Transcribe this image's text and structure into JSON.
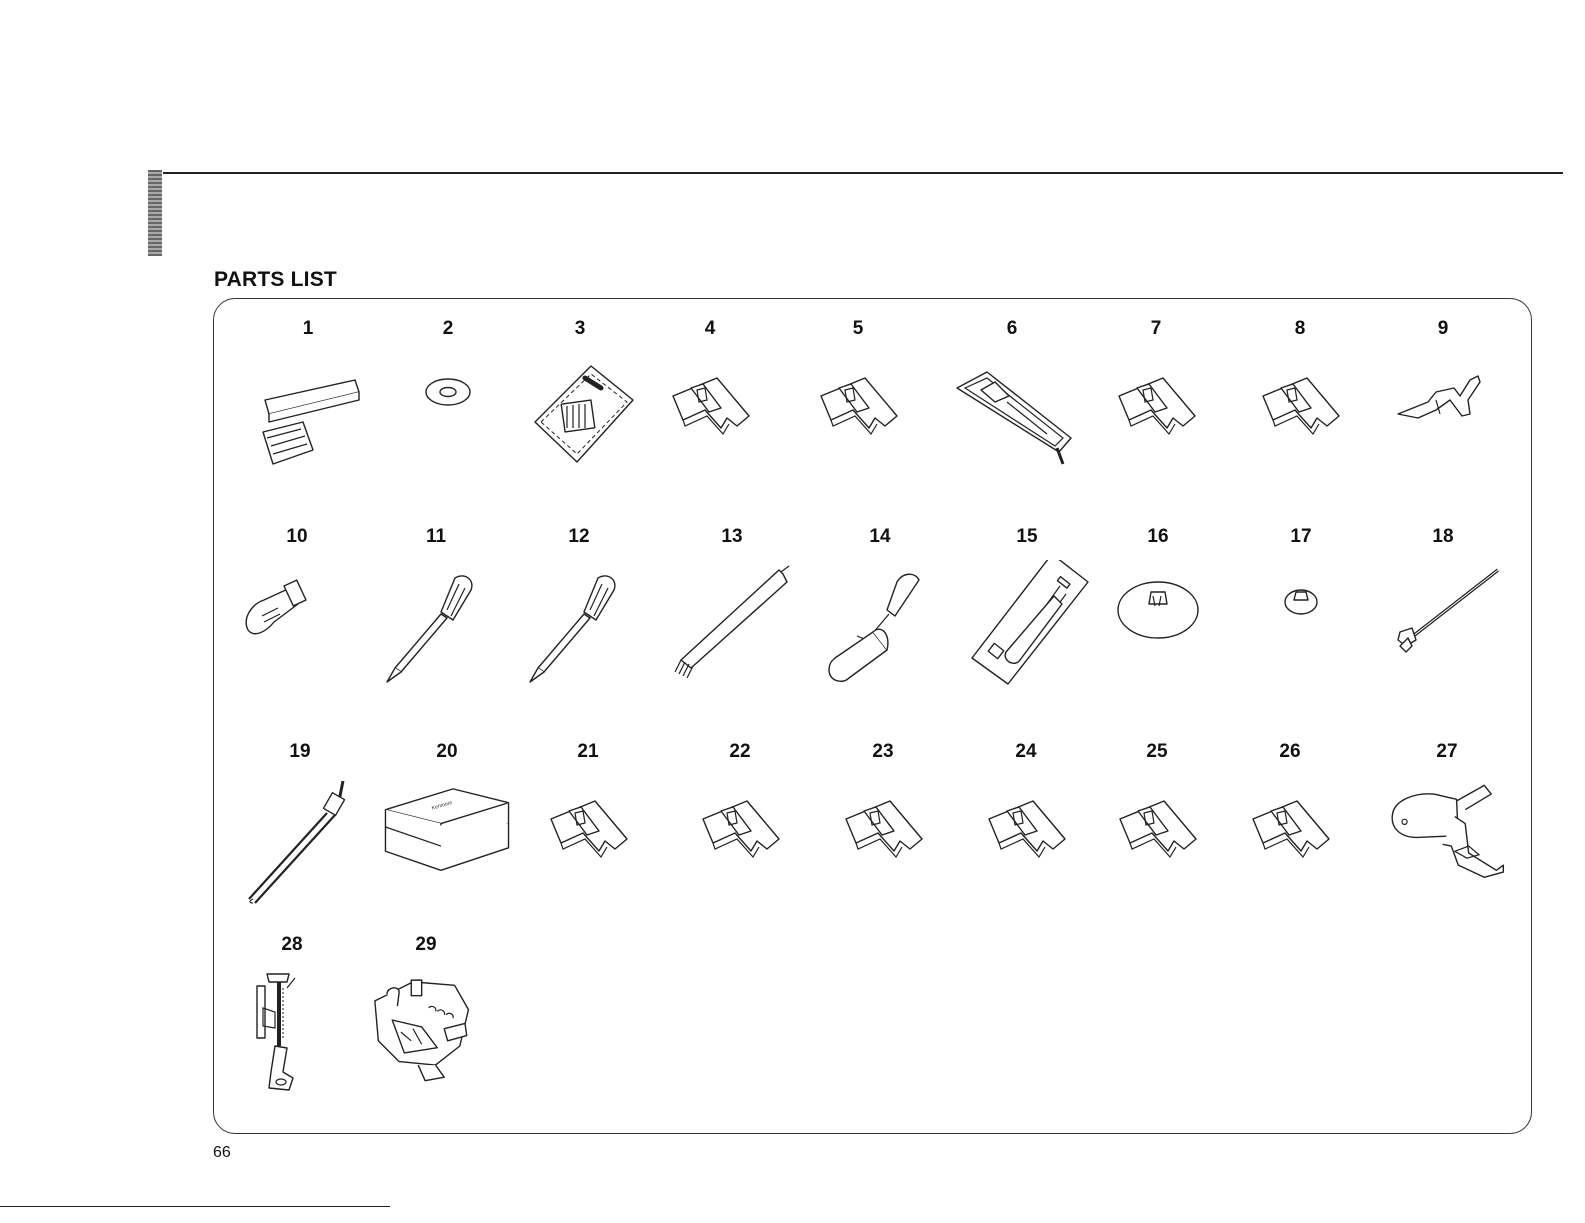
{
  "section": {
    "title": "PARTS LIST"
  },
  "page": {
    "number": "66"
  },
  "parts": [
    {
      "number": "1",
      "icon": "needle-case-icon"
    },
    {
      "number": "2",
      "icon": "washer-icon"
    },
    {
      "number": "3",
      "icon": "bobbin-pack-icon"
    },
    {
      "number": "4",
      "icon": "presser-foot-icon"
    },
    {
      "number": "5",
      "icon": "presser-foot-icon"
    },
    {
      "number": "6",
      "icon": "buttonhole-foot-icon"
    },
    {
      "number": "7",
      "icon": "presser-foot-icon"
    },
    {
      "number": "8",
      "icon": "presser-foot-icon"
    },
    {
      "number": "9",
      "icon": "seam-guide-icon"
    },
    {
      "number": "10",
      "icon": "light-bulb-icon"
    },
    {
      "number": "11",
      "icon": "screwdriver-icon"
    },
    {
      "number": "12",
      "icon": "screwdriver-icon"
    },
    {
      "number": "13",
      "icon": "lint-brush-icon"
    },
    {
      "number": "14",
      "icon": "seam-ripper-icon"
    },
    {
      "number": "15",
      "icon": "blister-pack-icon"
    },
    {
      "number": "16",
      "icon": "spool-cap-icon"
    },
    {
      "number": "17",
      "icon": "spool-cap-small-icon"
    },
    {
      "number": "18",
      "icon": "spool-pin-icon"
    },
    {
      "number": "19",
      "icon": "twin-needle-icon"
    },
    {
      "number": "20",
      "icon": "accessory-box-icon"
    },
    {
      "number": "21",
      "icon": "presser-foot-icon"
    },
    {
      "number": "22",
      "icon": "presser-foot-icon"
    },
    {
      "number": "23",
      "icon": "presser-foot-icon"
    },
    {
      "number": "24",
      "icon": "presser-foot-icon"
    },
    {
      "number": "25",
      "icon": "presser-foot-icon"
    },
    {
      "number": "26",
      "icon": "presser-foot-icon"
    },
    {
      "number": "27",
      "icon": "walking-foot-icon"
    },
    {
      "number": "28",
      "icon": "darning-foot-icon"
    },
    {
      "number": "29",
      "icon": "buttonhole-attachment-icon"
    }
  ]
}
